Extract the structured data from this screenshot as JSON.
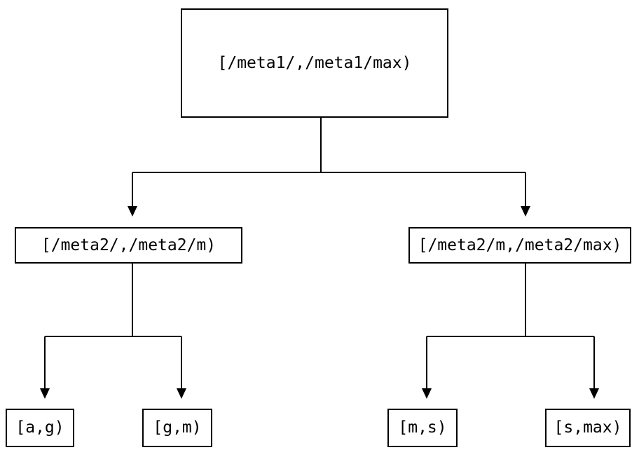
{
  "diagram": {
    "type": "tree",
    "title": "",
    "background_color": "#ffffff",
    "line_color": "#000000",
    "text_color": "#000000",
    "nodes": {
      "root": {
        "label": "[/meta1/,/meta1/max)"
      },
      "midL": {
        "label": "[/meta2/,/meta2/m)"
      },
      "midR": {
        "label": "[/meta2/m,/meta2/max)"
      },
      "leaf1": {
        "label": "[a,g)"
      },
      "leaf2": {
        "label": "[g,m)"
      },
      "leaf3": {
        "label": "[m,s)"
      },
      "leaf4": {
        "label": "[s,max)"
      }
    },
    "edges": [
      {
        "from": "root",
        "to": "midL",
        "arrow": "down"
      },
      {
        "from": "root",
        "to": "midR",
        "arrow": "down"
      },
      {
        "from": "midL",
        "to": "leaf1",
        "arrow": "down"
      },
      {
        "from": "midL",
        "to": "leaf2",
        "arrow": "down"
      },
      {
        "from": "midR",
        "to": "leaf3",
        "arrow": "down"
      },
      {
        "from": "midR",
        "to": "leaf4",
        "arrow": "down"
      }
    ]
  }
}
